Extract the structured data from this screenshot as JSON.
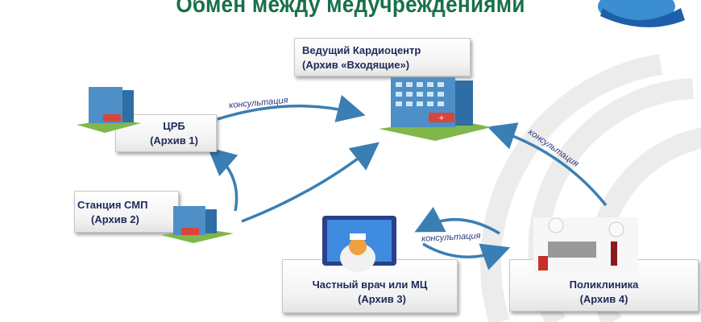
{
  "title": "Обмен между медучреждениями",
  "nodes": {
    "cardio": {
      "name": "Ведущий Кардиоцентр",
      "archive": "(Архив «Входящие»)"
    },
    "crb": {
      "name": "ЦРБ",
      "archive": "(Архив 1)"
    },
    "smp": {
      "name": "Станция СМП",
      "archive": "(Архив 2)"
    },
    "private": {
      "name": "Частный врач или МЦ",
      "archive": "(Архив 3)"
    },
    "poly": {
      "name": "Поликлиника",
      "archive": "(Архив 4)"
    }
  },
  "edge_label": "консультация",
  "colors": {
    "title": "#17704a",
    "arrow": "#3a7fb4",
    "box_text": "#1f2a5a"
  }
}
